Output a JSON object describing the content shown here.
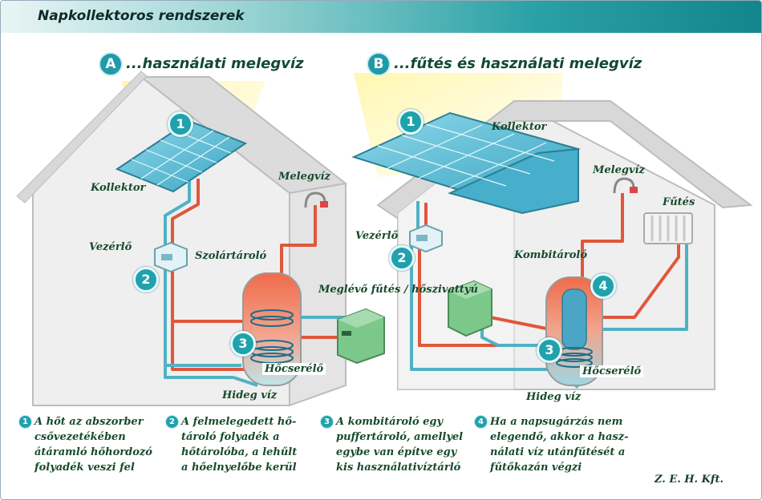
{
  "header": {
    "title": "Napkollektoros rendszerek"
  },
  "sections": {
    "a": {
      "badge": "A",
      "title": "...használati melegvíz"
    },
    "b": {
      "badge": "B",
      "title": "...fűtés és használati melegvíz"
    }
  },
  "labels_a": {
    "collector": "Kollektor",
    "controller": "Vezérlő",
    "hot_water": "Melegvíz",
    "solar_tank": "Szolártároló",
    "existing_heating": "Meglévő fűtés / hőszivattyú",
    "heat_exchanger": "Hőcserélő",
    "cold_water": "Hideg víz"
  },
  "labels_b": {
    "collector": "Kollektor",
    "controller": "Vezérlő",
    "hot_water": "Melegvíz",
    "heating": "Fűtés",
    "combi_tank": "Kombitároló",
    "heat_exchanger": "Hőcserélő",
    "cold_water": "Hideg víz"
  },
  "markers": {
    "m1": "1",
    "m2": "2",
    "m3": "3",
    "m4": "4"
  },
  "notes": [
    {
      "num": "1",
      "text": "A hőt az abszorber\ncsővezetékében\nátáramló hőhordozó\nfolyadék veszi fel"
    },
    {
      "num": "2",
      "text": "A felmelegedett hő-\ntároló folyadék a\nhőtárolóba, a lehűlt\na hőelnyelőbe kerül"
    },
    {
      "num": "3",
      "text": "A kombitároló egy\npuffertároló, amellyel\negybe van építve egy\nkis használativíztárló"
    },
    {
      "num": "4",
      "text": "Ha a napsugárzás nem\nelegendő, akkor a hasz-\nnálati víz utánfűtését a\nfűtőkazán végzi"
    }
  ],
  "company": "Z. E. H. Kft.",
  "colors": {
    "accent": "#1f9aa8",
    "hot_pipe": "#e0573c",
    "cold_pipe": "#4fb2c4",
    "panel": "#5fc0d8",
    "house": "#ededed"
  }
}
